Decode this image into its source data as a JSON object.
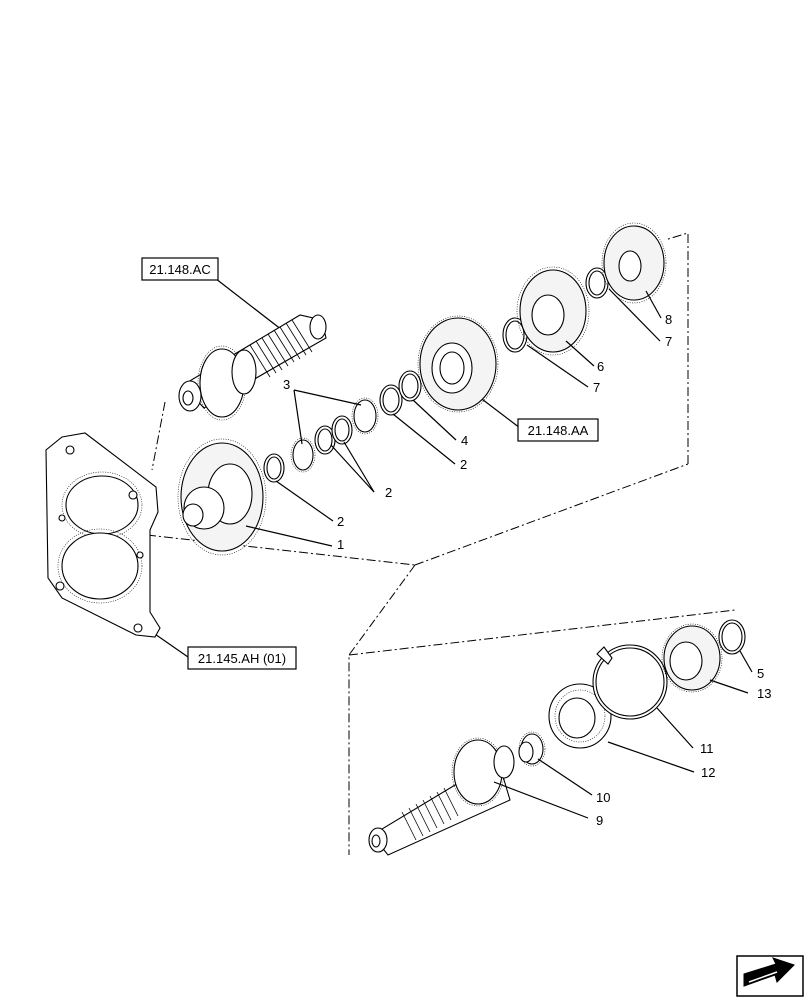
{
  "references": {
    "ref_ac": "21.148.AC",
    "ref_aa": "21.148.AA",
    "ref_ah": "21.145.AH (01)"
  },
  "callouts": {
    "c1": "1",
    "c2a": "2",
    "c2b": "2",
    "c2c": "2",
    "c3": "3",
    "c4": "4",
    "c5": "5",
    "c6": "6",
    "c7a": "7",
    "c7b": "7",
    "c8": "8",
    "c9": "9",
    "c10": "10",
    "c11": "11",
    "c12": "12",
    "c13": "13"
  },
  "icons": {
    "nav": "next-page-arrow-icon"
  }
}
